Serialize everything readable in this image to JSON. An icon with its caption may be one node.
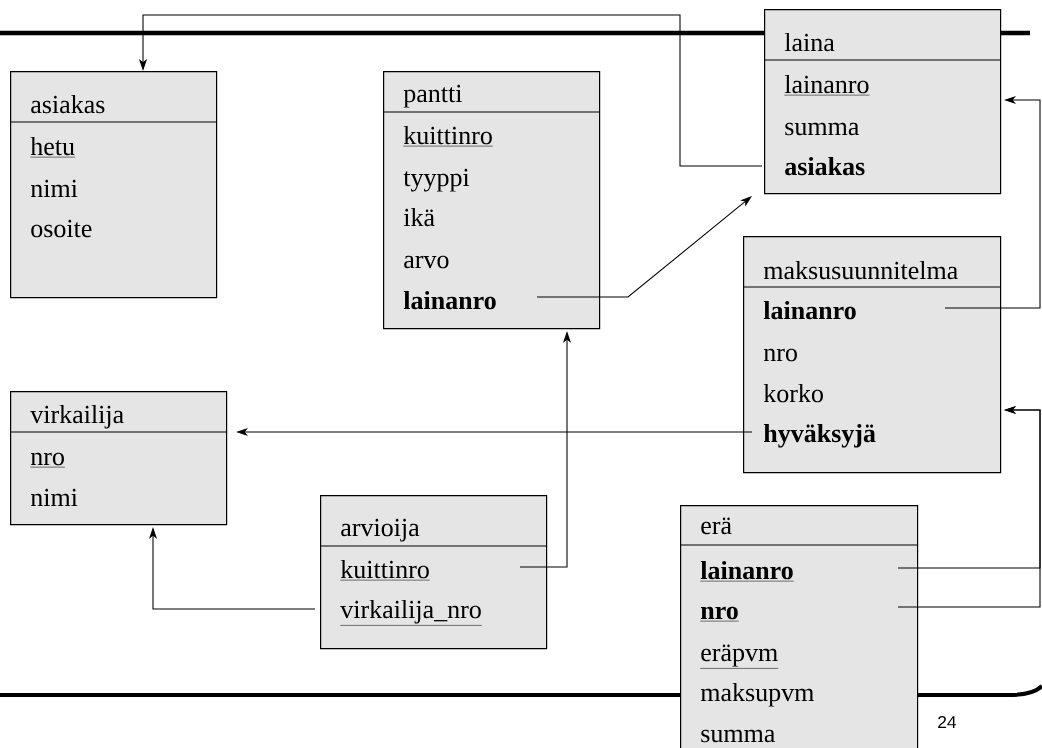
{
  "diagram": {
    "nodes": [
      {
        "text": [
          "asiakas",
          "hetu",
          "nimi",
          "osoite"
        ]
      },
      {
        "text": [
          "pantti",
          "kuittinro",
          "tyyppi",
          "ikä",
          "arvo",
          "lainanro"
        ]
      },
      {
        "text": [
          "laina",
          "lainanro",
          "summa",
          "asiakas"
        ]
      },
      {
        "text": [
          "maksusuunnitelma",
          "lainanro",
          "nro",
          "korko",
          "hyväksyjä"
        ]
      },
      {
        "text": [
          "virkailija",
          "nro",
          "nimi"
        ]
      },
      {
        "text": [
          "arvioija",
          "kuittinro",
          "virkailija_nro"
        ]
      },
      {
        "text": [
          "erä",
          "lainanro",
          "nro",
          "eräpvm",
          "maksupvm",
          "summa"
        ]
      }
    ],
    "edges": [
      {
        "from": 2,
        "to": 0,
        "arrow": "to"
      },
      {
        "from": 1,
        "to": 2,
        "arrow": "to"
      },
      {
        "from": 5,
        "to": 1,
        "arrow": "to"
      },
      {
        "from": 5,
        "to": 4,
        "arrow": "to"
      },
      {
        "from": 3,
        "to": 4,
        "arrow": "to"
      },
      {
        "from": 3,
        "to": 2,
        "arrow": "to"
      },
      {
        "from": 6,
        "to": 3,
        "arrow": "to"
      },
      {
        "from": 6,
        "to": 3,
        "arrow": "to"
      }
    ],
    "labels": [
      "24"
    ]
  }
}
